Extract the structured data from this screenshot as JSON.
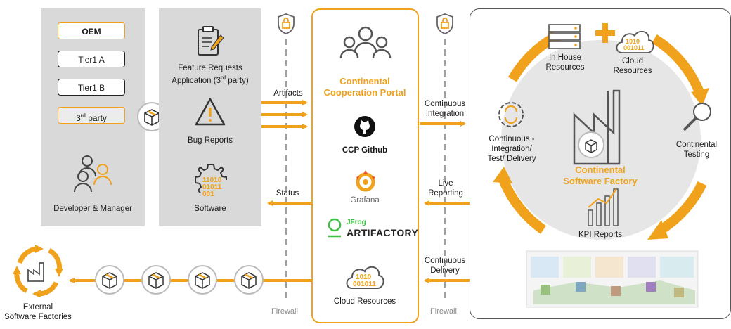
{
  "left_panel": {
    "tiers": [
      "OEM",
      "Tier1 A",
      "Tier1 B",
      "3rd party"
    ],
    "third_party_sup": "rd",
    "developer_label": "Developer & Manager"
  },
  "mid_panel": {
    "feature_label_1": "Feature Requests",
    "feature_label_2a": "Application (3",
    "feature_label_2b": "rd",
    "feature_label_2c": " party)",
    "bug_label": "Bug Reports",
    "software_label": "Software"
  },
  "arrows": {
    "artifacts": "Artifacts",
    "status": "Status",
    "continuous_integration": [
      "Continuous",
      "Integration"
    ],
    "live_reporting": [
      "Live",
      "Reporting"
    ],
    "continuous_delivery": [
      "Continuous",
      "Delivery"
    ]
  },
  "firewall": "Firewall",
  "portal": {
    "title": [
      "Continental",
      "Cooperation Portal"
    ],
    "github": "CCP Github",
    "grafana": "Grafana",
    "jfrog_small": "JFrog",
    "jfrog_big": "ARTIFACTORY",
    "cloud_bits": [
      "1010",
      "001011"
    ],
    "cloud_label": "Cloud Resources"
  },
  "factory": {
    "in_house": [
      "In House",
      "Resources"
    ],
    "cloud": [
      "Cloud",
      "Resources"
    ],
    "testing": [
      "Continental",
      "Testing"
    ],
    "kpi": "KPI Reports",
    "ci": [
      "Continuous -",
      "Integration/",
      "Test/ Delivery"
    ],
    "title": [
      "Continental",
      "Software Factory"
    ],
    "cloud_bits": [
      "1010",
      "001011"
    ]
  },
  "external": [
    "External",
    "Software Factories"
  ],
  "software_bits": [
    "11010",
    "01011",
    "001"
  ],
  "colors": {
    "accent": "#f0a21c",
    "panel": "#d9d9d9",
    "firewall": "#9a9a9a"
  }
}
